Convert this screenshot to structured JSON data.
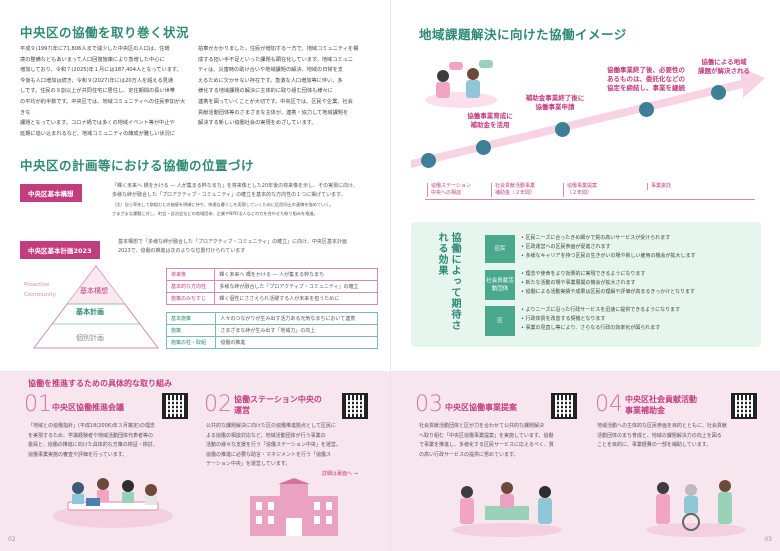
{
  "left": {
    "page_number": "02",
    "heading1": "中央区の協働を取り巻く状況",
    "intro_col1": [
      "平成９(1997)年に71,806人まで減少した中央区の人口は、住環",
      "境の整備などもあいまって人口回復施策により急増した中心に",
      "増加しており、令和７(2025)年１月には187,404人となっています。",
      "今後も人口増加は続き、令和９(2027)年には20万人を超える見通",
      "しです。住民の９割以上が共同住宅に居住し、定住期間の長い世帯",
      "の平均が約半数です。中央区では、地域コミュニティへの住民参加が大きな",
      "課題となっています。コロナ禍では多くの地域イベント等が中止や",
      "延期に追い込まれるなど、地域コミュニティの醸成が難しい状況に"
    ],
    "intro_col2": [
      "拍車がかかりました。住民が増加する一方で、地域コミュニティを構",
      "成する担い手不足といった課題も顕在化しています。地域コミュニ",
      "ティは、災害時の助け合いや地域課題の解決、地域の日常を支",
      "えるために欠かせない存在です。急激な人口増加等に伴い、多",
      "様化する地域課題の解決に主体的に取り組む団体も様々に",
      "連携を図っていくことが大切です。中央区では、区民や企業、社会",
      "貢献活動団体等のさまざまな主体が、連携・協力して地域課題を",
      "解決する新しい協働社会の実現をめざしています。"
    ],
    "heading2": "中央区の計画等における協働の位置づけ",
    "plan1_tag": "中央区基本構想",
    "plan1_text": [
      "「輝く未来へ 橋をかける ― 人が集まる粋なまち」を将来像とした20年後の将来像を示し、その実現に向け、",
      "多様な絆が融合した「プロアクティブ・コミュニティ」の確立を基本的な方向性の１つに掲げています。",
      "（注）自ら率先して取組むとの価値を明確に持ち、快適な暮らしを実現していくために区民同士の連携を強めていく。",
      "さまざまな課題に対し、町会・自治会などの地域団体、企業やNPO法人などの力を合わせた取り組みを推進。"
    ],
    "plan2_tag": "中央区基本計画2023",
    "plan2_text": [
      "基本構想で「多様な絆が融合した「プロアクティブ・コミュニティ」の確立」に向け、中央区基本計画",
      "2023で、協働の推進は次のよりな位置付けられています"
    ],
    "pyramid": {
      "top": "基本構想",
      "middle": "基本計画",
      "bottom": "個別計画",
      "side_label_1": "Proactive",
      "side_label_2": "Community"
    },
    "table1": [
      [
        "将来像",
        "輝く未来へ 橋をかける ― 人が集まる粋なまち"
      ],
      [
        "基本的な方向性",
        "多様な絆が融合した「プロアクティブ・コミュニティ」の確立"
      ],
      [
        "施策のみちすじ",
        "輝く個性にささえられ活躍する人が未来を担うために"
      ]
    ],
    "table2": [
      [
        "基本施策",
        "人々のつながりが生み出す活力ある元気なまちにおいて連携"
      ],
      [
        "施策",
        "さまざまな絆が生み出す「地域力」の向上"
      ],
      [
        "施策の柱・取組",
        "協働の推進"
      ]
    ],
    "section3_title": "協働を推進するための具体的な取り組み",
    "card1": {
      "num": "01",
      "title": "中央区協働推進会議",
      "text": [
        "「地域との協働指針」(平成18(2006)年３月策定)の理念",
        "を実現するため、学識経験者や地域活動団体代表者等の",
        "委員と、協働の推進に向けた具体的な方策の検証・検討、",
        "協働事業実施の審査や評価を行っています。"
      ]
    },
    "card2": {
      "num": "02",
      "title_line1": "協働ステーション中央の",
      "title_line2": "運営",
      "text": [
        "公共的な課題解決に向けた区の協働推進拠点として区民に",
        "よる協働の相談対応など、地域活動団体が行う事業の",
        "活動の様々な支援を行う「協働ステーション中央」を運営。",
        "協働の推進に必要な助言・マネジメントを行う「協働ス",
        "テーション中央」を運営しています。"
      ],
      "more": "詳細は裏面へ →"
    }
  },
  "right": {
    "page_number": "03",
    "heading": "地域課題解決に向けた協働イメージ",
    "stages": [
      {
        "label_lines": [
          "協働事業育成に",
          "補助金を活用"
        ]
      },
      {
        "label_lines": [
          "補助金事業終了後に",
          "協働事業申請"
        ]
      },
      {
        "label_lines": [
          "協働事業終了後、必要性の",
          "あるものは、委託化などの",
          "協定を締結し、事業を継続"
        ]
      },
      {
        "label_lines": [
          "協働による地域",
          "課題が解決される"
        ]
      }
    ],
    "steps": [
      [
        "協働ステーション",
        "中央への相談"
      ],
      [
        "社会貢献活動事業",
        "補助金（２年間）"
      ],
      [
        "協働事業提案",
        "（２年間）"
      ],
      [
        "事業委託"
      ]
    ],
    "effects_title": "協働によって期待される効果",
    "effect_groups": [
      {
        "tag": "区民",
        "items": [
          "区民ニーズに合ったきめ細かで質の高いサービスが受けられます",
          "区政運営への区民参画が促進されます",
          "多様なキャリアを持つ区民の生きがいの場や新しい雇用の機会が拡大します"
        ]
      },
      {
        "tag": "社会貢献活動団体",
        "items": [
          "理念や使命をより効果的に実現できるようになります",
          "新たな活動の場や事業展開の機会が拡大されます",
          "協働による活動実績や成果は区民の理解や評価が高まるきっかけとなります"
        ]
      },
      {
        "tag": "区",
        "items": [
          "よりニーズに沿った行政サービスを迅速に提供できるようになります",
          "行政体質を改善する契機となります",
          "事業の見直し等により、さらなる行政の効率化が図られます"
        ]
      }
    ],
    "card3": {
      "num": "03",
      "title": "中央区協働事業提案",
      "text": [
        "社会貢献活動団体と区が力を合わせて公共的な課題解決",
        "へ取り組む「中央区協働事業提案」を実施しています。協働",
        "で事業を推進し、多様化する区民サービスに応えるべく、質",
        "の高い行政サービスの提供に努めています。"
      ]
    },
    "card4": {
      "num": "04",
      "title_line1": "中央区社会貢献活動",
      "title_line2": "事業補助金",
      "text": [
        "地域活動への主体的な区民参画を目的とともに、社会貢献",
        "活動団体のまち育成と、地域の課題解決力の向上を図る",
        "ことを目的に、事業経費の一部を補助しています。"
      ]
    }
  },
  "colors": {
    "teal": "#2e8a74",
    "pink": "#c23d7e",
    "pink_band": "#f7e6ee",
    "mint": "#e7f5ef",
    "dot_blue": "#3d7f95"
  }
}
